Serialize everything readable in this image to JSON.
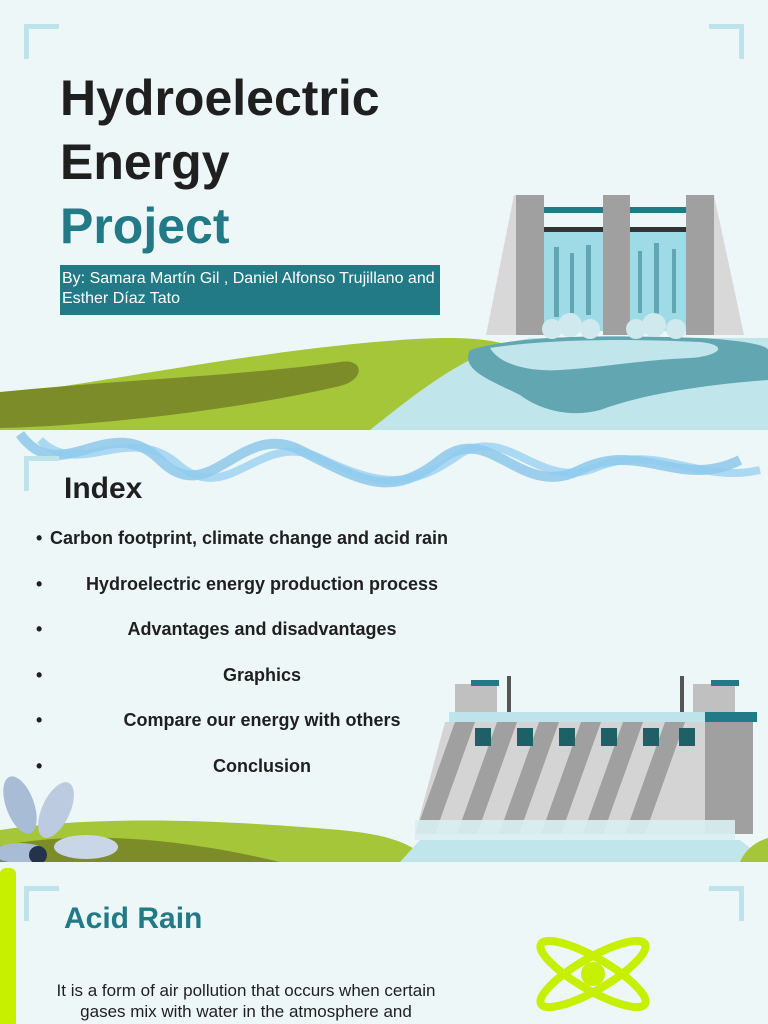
{
  "slide1": {
    "title_line1": "Hydroelectric",
    "title_line2": "Energy",
    "title_line3": "Project",
    "authors": "By: Samara Martín Gil , Daniel Alfonso Trujillano and Esther Díaz Tato"
  },
  "slide2": {
    "title": "Index",
    "items": [
      {
        "label": "Carbon footprint, climate change and acid rain"
      },
      {
        "label": "Hydroelectric energy production process"
      },
      {
        "label": "Advantages and disadvantages"
      },
      {
        "label": "Graphics"
      },
      {
        "label": "Compare our energy with others"
      },
      {
        "label": "Conclusion"
      }
    ]
  },
  "slide3": {
    "title": "Acid Rain",
    "body": "It is a form of air pollution that occurs when certain gases mix with water in the atmosphere and"
  },
  "colors": {
    "accent_teal": "#217a86",
    "grass_light": "#a5c639",
    "grass_dark": "#7c8c28",
    "water": "#c0e6ec",
    "lime": "#c6f000"
  }
}
